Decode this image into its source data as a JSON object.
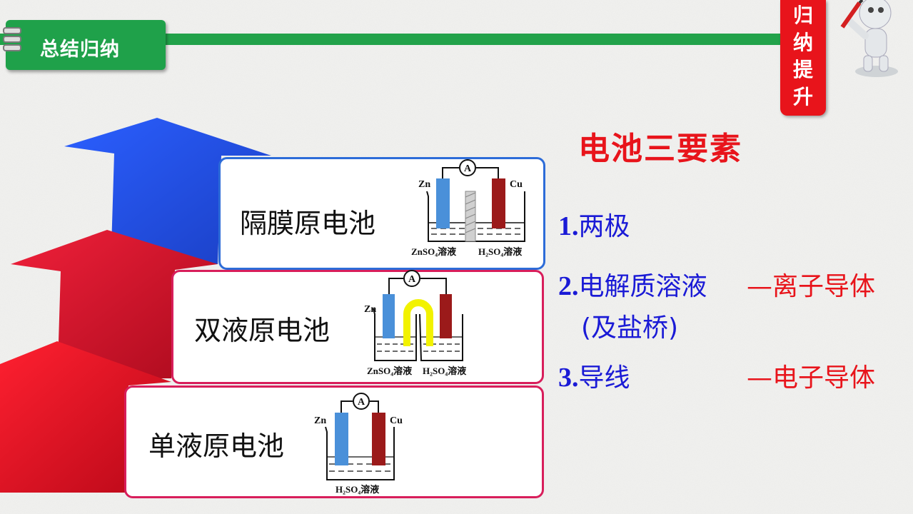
{
  "header": {
    "tag_label": "总结归纳"
  },
  "side_tag": {
    "chars": [
      "归",
      "纳",
      "提",
      "升"
    ]
  },
  "levels": [
    {
      "label": "隔膜原电池",
      "diagram": {
        "left_electrode": "Zn",
        "right_electrode": "Cu",
        "meter": "A",
        "left_solution": "ZnSO₄溶液",
        "right_solution": "H₂SO₄溶液"
      }
    },
    {
      "label": "双液原电池",
      "diagram": {
        "left_electrode": "Zn",
        "meter": "A",
        "left_solution": "ZnSO₄溶液",
        "right_solution": "H₂SO₄溶液"
      }
    },
    {
      "label": "单液原电池",
      "diagram": {
        "left_electrode": "Zn",
        "right_electrode": "Cu",
        "meter": "A",
        "solution": "H₂SO₄溶液"
      }
    }
  ],
  "elements": {
    "title": "电池三要素",
    "items": [
      {
        "number": "1.",
        "text": "两极",
        "note": ""
      },
      {
        "number": "2.",
        "text": "电解质溶液",
        "note": "—离子导体",
        "extra": "(及盐桥)"
      },
      {
        "number": "3.",
        "text": "导线",
        "note": "—电子导体"
      }
    ]
  },
  "colors": {
    "header_green": "#1fa14a",
    "accent_red": "#e8141b",
    "item_blue": "#1a1ad6",
    "arrow_blue": "#1d4fe0",
    "arrow_red": "#d81025",
    "zn_blue": "#4a90d9",
    "cu_darkred": "#9b1a1a",
    "salt_bridge_yellow": "#f2f200"
  }
}
